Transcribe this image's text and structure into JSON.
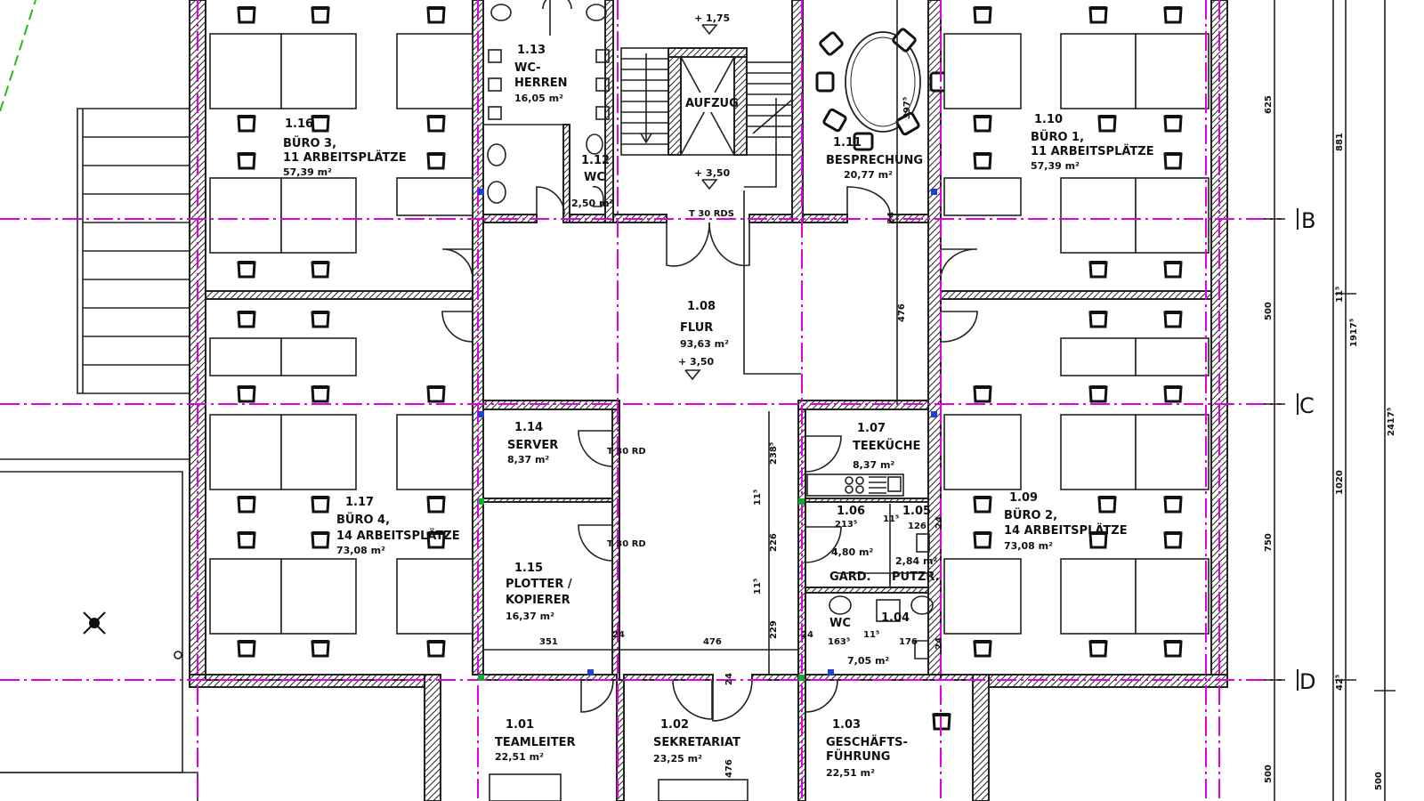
{
  "rooms": {
    "r116": {
      "num": "1.16",
      "name1": "BÜRO 3,",
      "name2": "11 ARBEITSPLÄTZE",
      "area": "57,39 m²"
    },
    "r113": {
      "num": "1.13",
      "name1": "WC-",
      "name2": "HERREN",
      "area": "16,05 m²"
    },
    "r112": {
      "num": "1.12",
      "name1": "WC",
      "area": "2,50 m²"
    },
    "r111": {
      "num": "1.11",
      "name1": "BESPRECHUNG",
      "area": "20,77 m²"
    },
    "r110": {
      "num": "1.10",
      "name1": "BÜRO 1,",
      "name2": "11 ARBEITSPLÄTZE",
      "area": "57,39 m²"
    },
    "r108": {
      "num": "1.08",
      "name1": "FLUR",
      "area": "93,63 m²",
      "level": "+ 3,50"
    },
    "r114": {
      "num": "1.14",
      "name1": "SERVER",
      "area": "8,37 m²"
    },
    "r107": {
      "num": "1.07",
      "name1": "TEEKÜCHE",
      "area": "8,37 m²"
    },
    "r117": {
      "num": "1.17",
      "name1": "BÜRO 4,",
      "name2": "14 ARBEITSPLÄTZE",
      "area": "73,08 m²"
    },
    "r109": {
      "num": "1.09",
      "name1": "BÜRO 2,",
      "name2": "14 ARBEITSPLÄTZE",
      "area": "73,08 m²"
    },
    "r106": {
      "num": "1.06",
      "area": "4,80 m²",
      "name1": "GARD."
    },
    "r105": {
      "num": "1.05",
      "area": "2,84 m²",
      "name1": "PUTZR."
    },
    "r104": {
      "num": "1.04",
      "name1": "WC",
      "area": "7,05 m²"
    },
    "r115": {
      "num": "1.15",
      "name1": "PLOTTER /",
      "name2": "KOPIERER",
      "area": "16,37 m²"
    },
    "r101": {
      "num": "1.01",
      "name1": "TEAMLEITER",
      "area": "22,51 m²"
    },
    "r102": {
      "num": "1.02",
      "name1": "SEKRETARIAT",
      "area": "23,25 m²"
    },
    "r103": {
      "num": "1.03",
      "name1": "GESCHÄFTS-",
      "name2": "FÜHRUNG",
      "area": "22,51 m²"
    }
  },
  "labels": {
    "elevator": "AUFZUG",
    "stair_top_level": "+ 1,75",
    "landing_level": "+ 3,50",
    "door_t30rds": "T 30 RDS",
    "door_t30rd_1": "T 30 RD",
    "door_t30rd_2": "T 30 RD"
  },
  "dimensions": {
    "d625": "625",
    "d881": "881",
    "d500a": "500",
    "d11a": "11⁵",
    "d1917": "1917⁵",
    "d2417": "2417⁵",
    "d1020": "1020",
    "d750": "750",
    "d500b": "500",
    "d500c": "500",
    "d425": "42⁵",
    "d476v": "476",
    "d2385": "238⁵",
    "d115a": "11⁵",
    "d226": "226",
    "d115b": "11⁵",
    "d229": "229",
    "d351": "351",
    "d24a": "24",
    "d476h": "476",
    "d24b": "24",
    "d1635": "163⁵",
    "d115c": "11⁵",
    "d176": "176",
    "d2135": "213⁵",
    "d115d": "11⁵",
    "d126": "126",
    "d24c": "24",
    "d24d": "24",
    "d3975": "397⁵",
    "d476s": "476",
    "d24e": "24",
    "d24f": "24"
  },
  "axes": {
    "b": "B",
    "c": "C",
    "d": "D"
  },
  "colors": {
    "grid_line": "#e000e0",
    "wall": "#222222",
    "hatch": "#222222",
    "marker_blue": "#1f3fd0",
    "marker_green": "#11aa33",
    "annotation_green": "#22bb22"
  }
}
